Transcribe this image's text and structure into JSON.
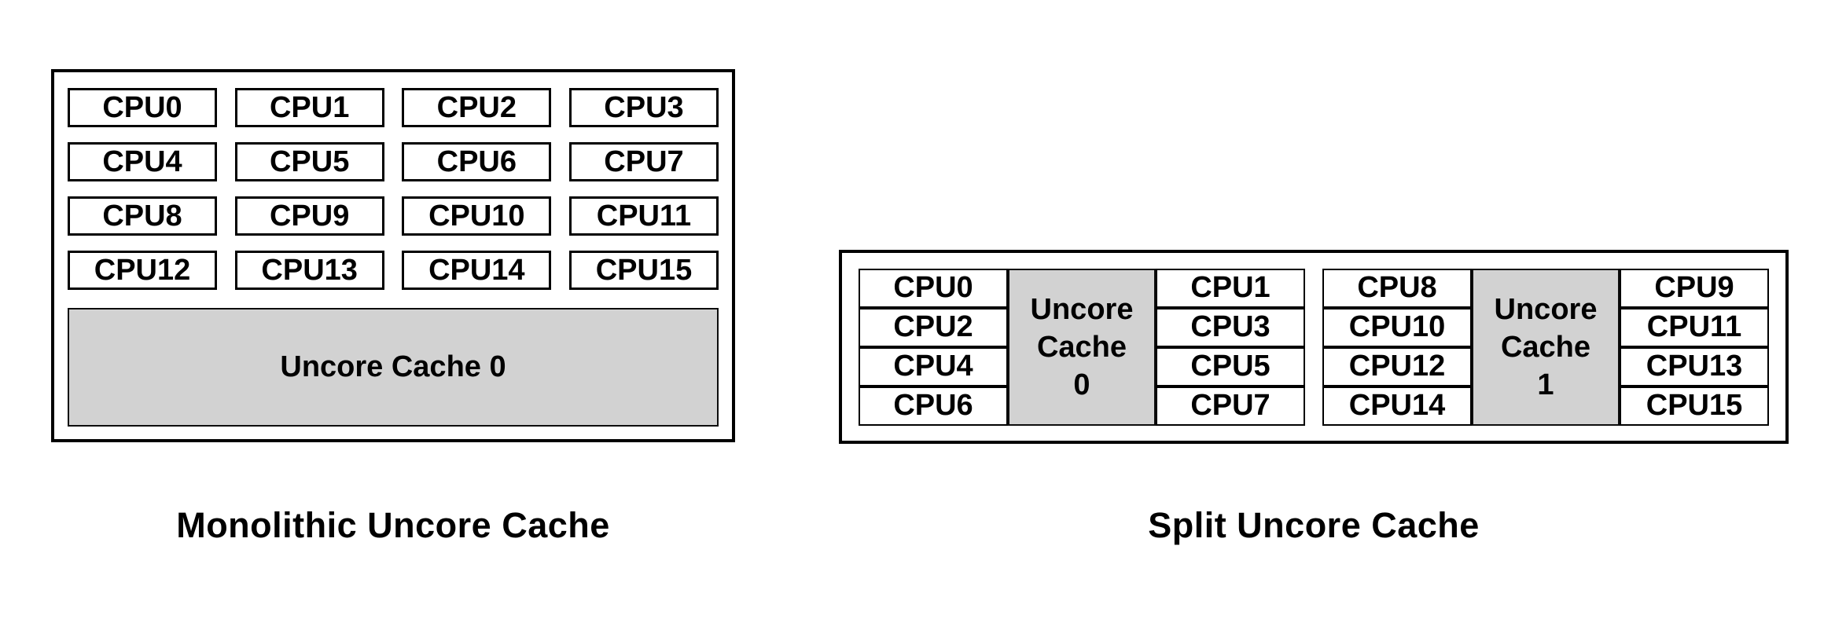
{
  "colors": {
    "background": "#ffffff",
    "border": "#000000",
    "cache_fill": "#d2d2d2",
    "text": "#000000"
  },
  "diagrams": [
    {
      "id": "monolithic",
      "caption": "Monolithic Uncore Cache",
      "cpu_grid": [
        [
          "CPU0",
          "CPU1",
          "CPU2",
          "CPU3"
        ],
        [
          "CPU4",
          "CPU5",
          "CPU6",
          "CPU7"
        ],
        [
          "CPU8",
          "CPU9",
          "CPU10",
          "CPU11"
        ],
        [
          "CPU12",
          "CPU13",
          "CPU14",
          "CPU15"
        ]
      ],
      "cache": {
        "label": "Uncore Cache 0"
      }
    },
    {
      "id": "split",
      "caption": "Split Uncore Cache",
      "groups": [
        {
          "left_cpus": [
            "CPU0",
            "CPU2",
            "CPU4",
            "CPU6"
          ],
          "cache_lines": [
            "Uncore",
            "Cache",
            "0"
          ],
          "right_cpus": [
            "CPU1",
            "CPU3",
            "CPU5",
            "CPU7"
          ]
        },
        {
          "left_cpus": [
            "CPU8",
            "CPU10",
            "CPU12",
            "CPU14"
          ],
          "cache_lines": [
            "Uncore",
            "Cache",
            "1"
          ],
          "right_cpus": [
            "CPU9",
            "CPU11",
            "CPU13",
            "CPU15"
          ]
        }
      ]
    }
  ]
}
